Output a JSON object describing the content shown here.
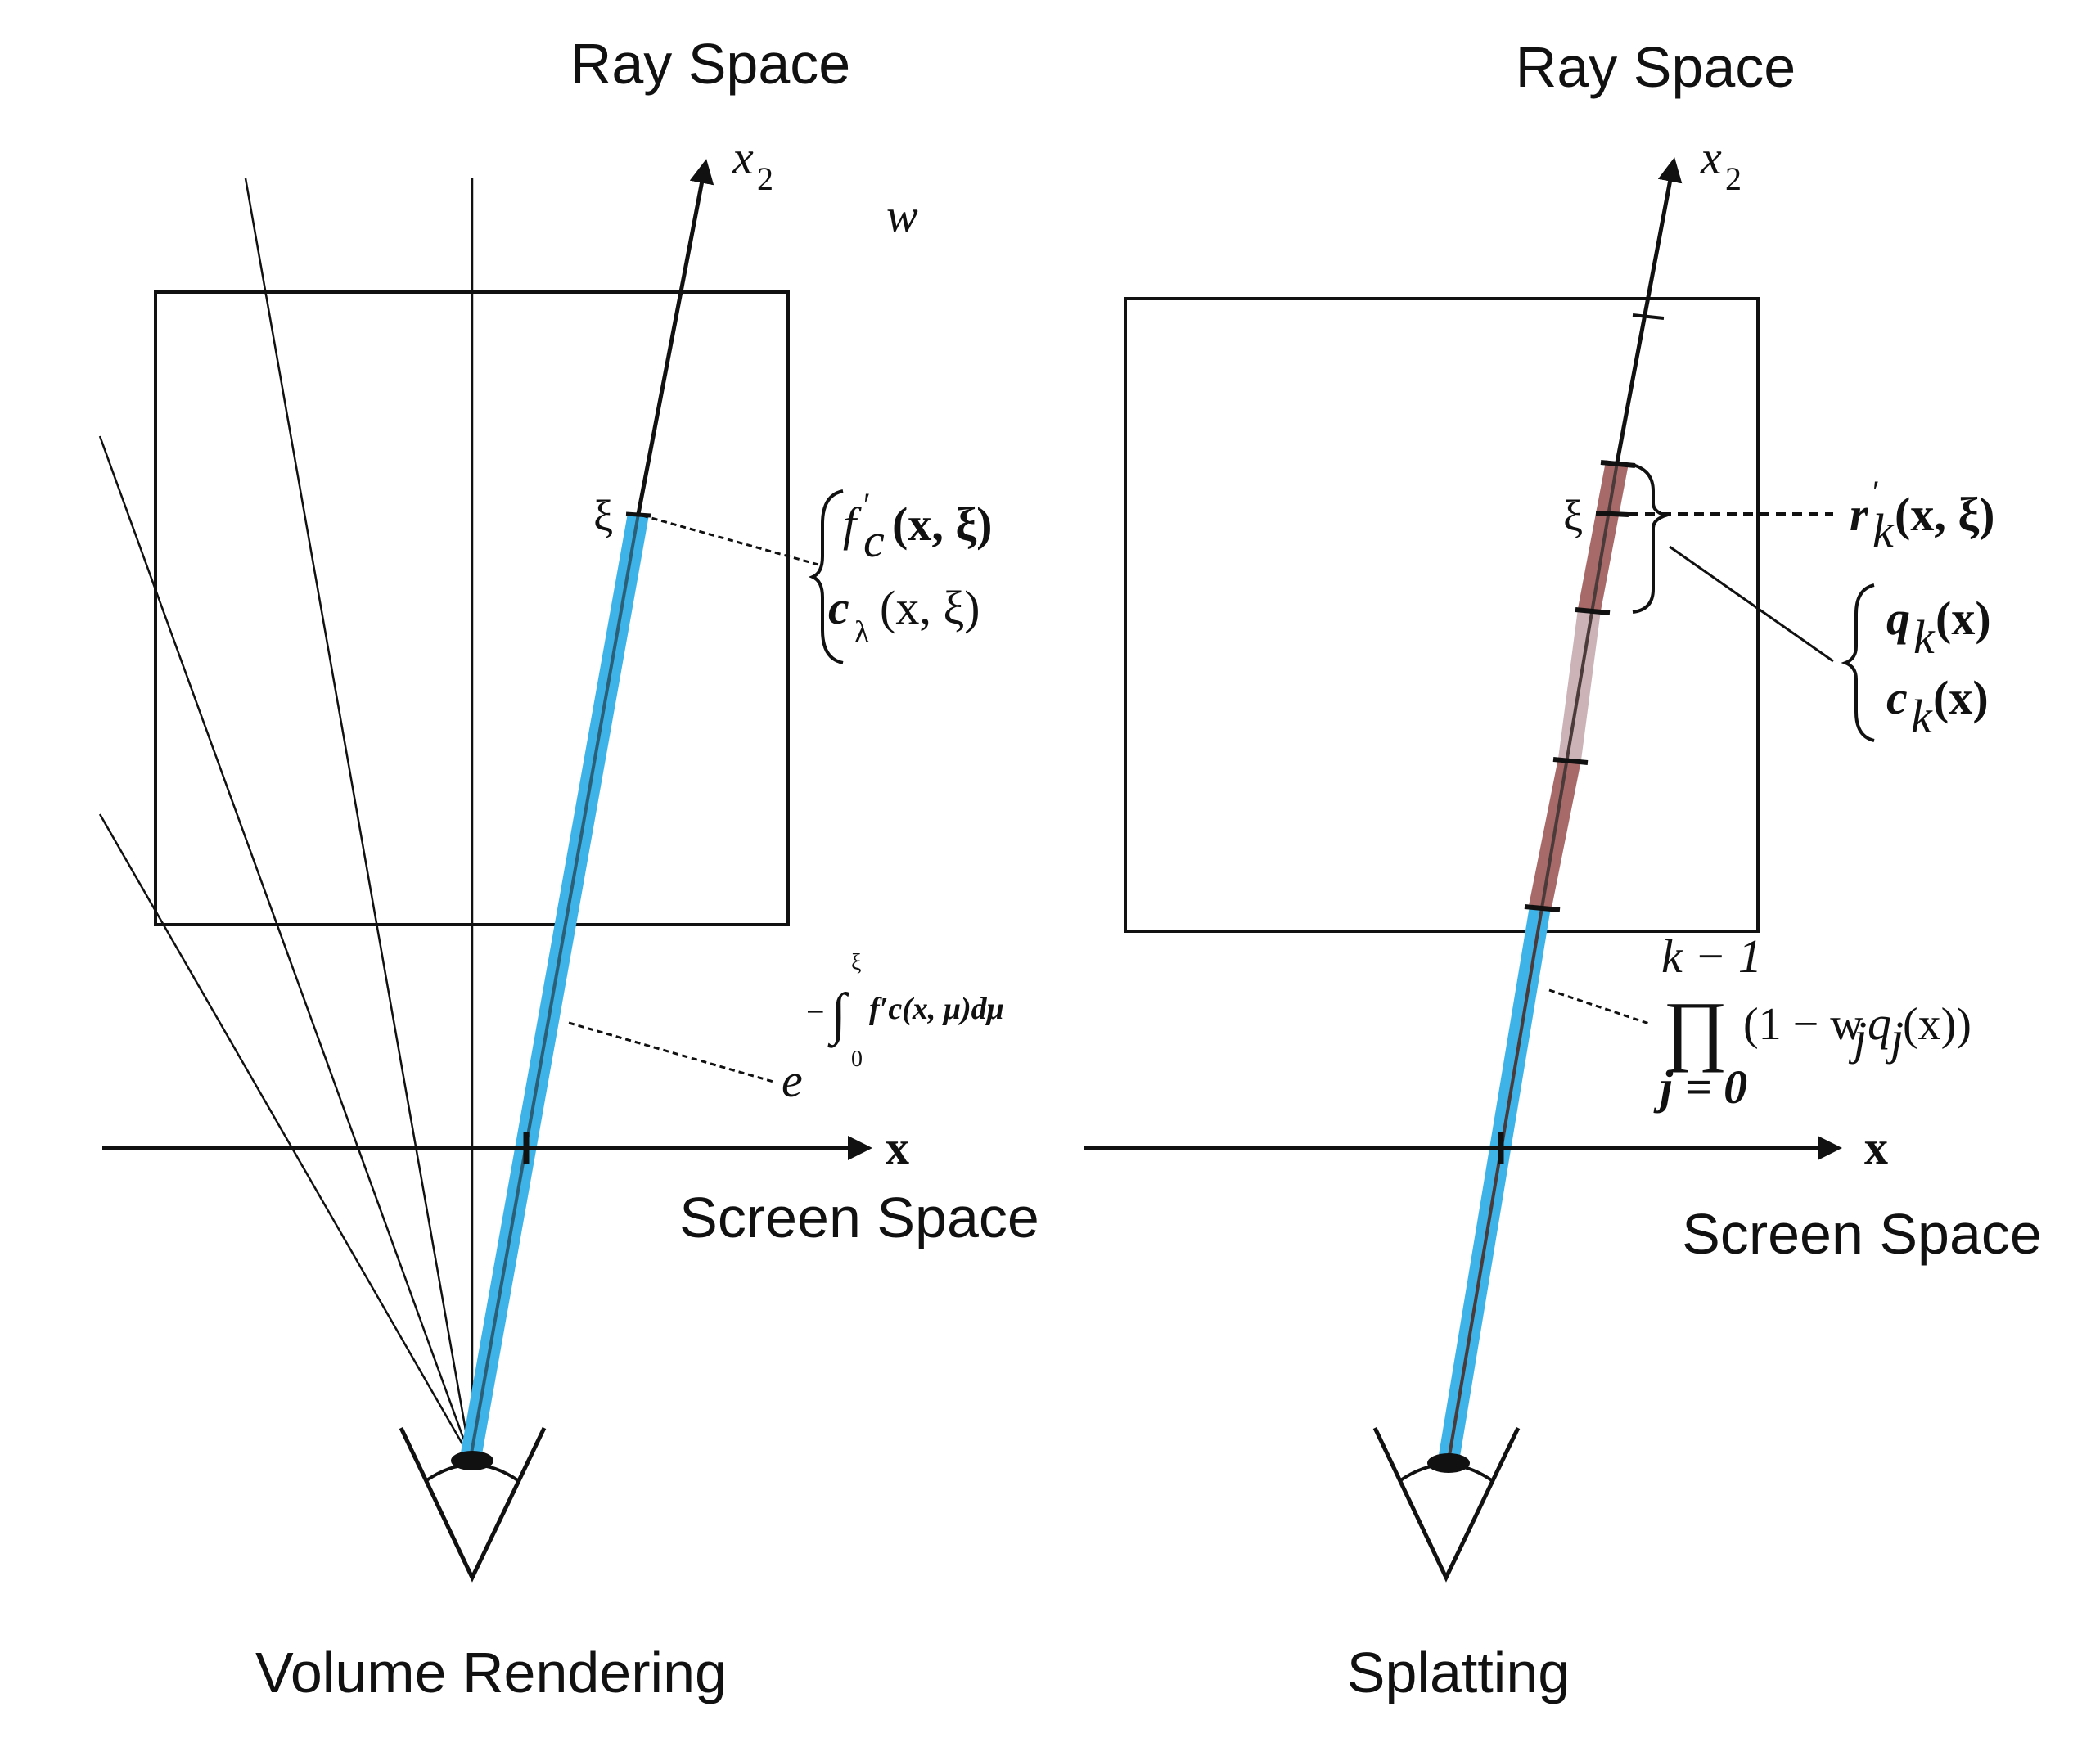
{
  "left_panel": {
    "title": "Ray Space",
    "screen_label": "Screen Space",
    "caption": "Volume Rendering",
    "axis_x2": "x",
    "axis_x2_sub": "2",
    "axis_x": "x",
    "w_label": "w",
    "xi": "ξ",
    "eq1_f": "f",
    "eq1_prime": "′",
    "eq1_sub": "c",
    "eq1_args": "(x, ξ)",
    "eq2_c": "c",
    "eq2_sub": "λ",
    "eq2_args": "(x, ξ)",
    "exp_base": "e",
    "exp_minus": "−",
    "exp_int": "∫",
    "exp_upper": "ξ",
    "exp_lower": "0",
    "exp_body": "f′c(x, μ)dμ"
  },
  "right_panel": {
    "title": "Ray Space",
    "screen_label": "Screen Space",
    "caption": "Splatting",
    "axis_x2": "x",
    "axis_x2_sub": "2",
    "axis_x": "x",
    "xi": "ξ",
    "eq_r": "r",
    "eq_r_prime": "′",
    "eq_r_sub": "k",
    "eq_r_args": "(x, ξ)",
    "eq_q": "q",
    "eq_q_sub": "k",
    "eq_q_args": "(x)",
    "eq_c": "c",
    "eq_c_sub": "k",
    "eq_c_args": "(x)",
    "prod_upper": "k − 1",
    "prod_symbol": "∏",
    "prod_lower": "j = 0",
    "prod_body": "(1 − w",
    "prod_body_sub": "j",
    "prod_body_q": "q",
    "prod_body_q_sub": "j",
    "prod_body_end": "(x))"
  },
  "colors": {
    "ray_blue": "#3db3e8",
    "splat_dark": "#a86a68",
    "splat_light": "#cbb3b7",
    "ink": "#111111"
  }
}
